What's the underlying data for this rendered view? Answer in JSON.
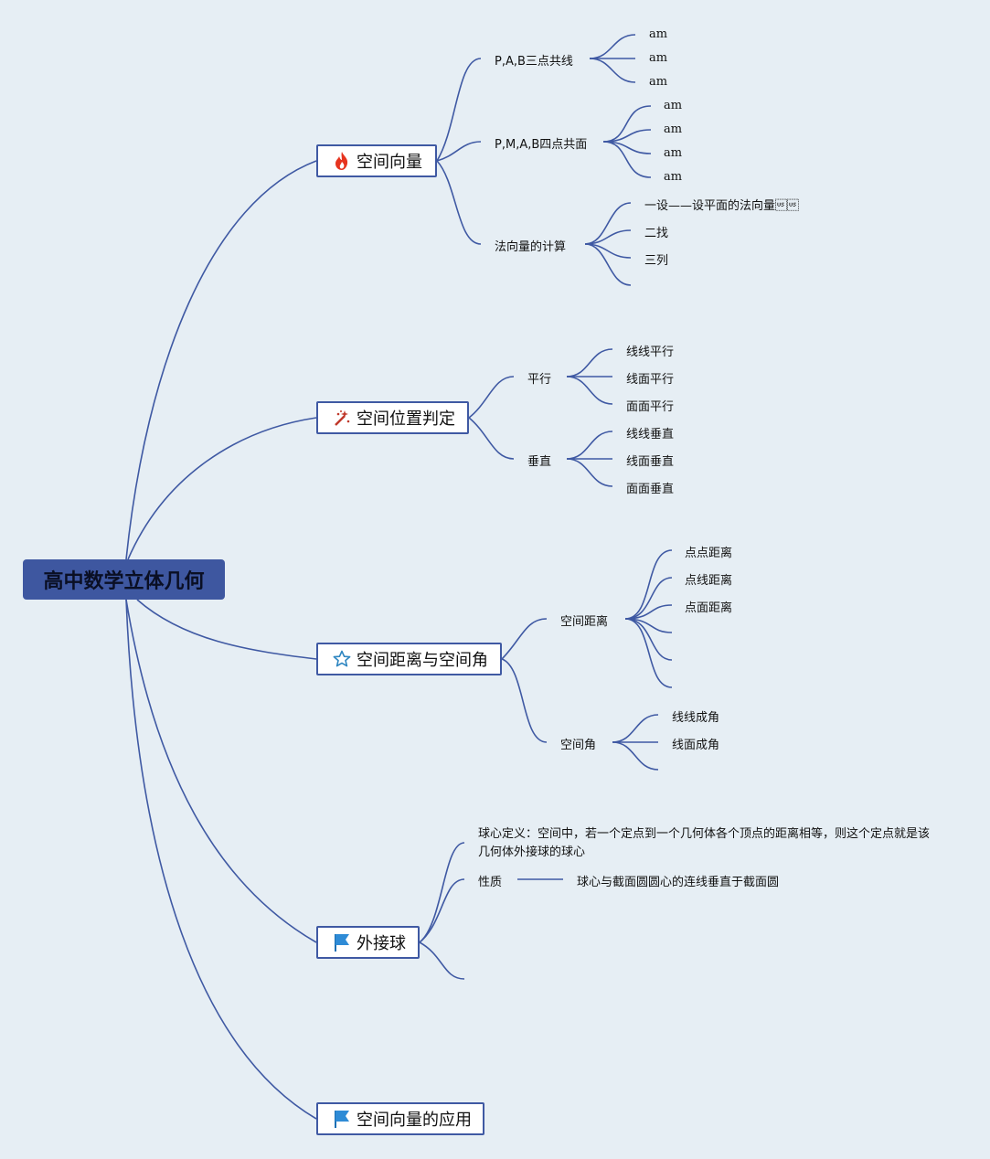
{
  "root": {
    "label": "高中数学立体几何"
  },
  "topics": [
    {
      "label": "空间向量",
      "icon": "fire-icon"
    },
    {
      "label": "空间位置判定",
      "icon": "sparkle-icon"
    },
    {
      "label": "空间距离与空间角",
      "icon": "star-outline-icon"
    },
    {
      "label": "外接球",
      "icon": "flag-icon"
    },
    {
      "label": "空间向量的应用",
      "icon": "flag-icon"
    }
  ],
  "vector": {
    "collinear": {
      "label": "P,A,B三点共线",
      "items": [
        "am",
        "am",
        "am"
      ]
    },
    "coplanar": {
      "label": "P,M,A,B四点共面",
      "items": [
        "am",
        "am",
        "am",
        "am"
      ]
    },
    "normal": {
      "label": "法向量的计算",
      "items": [
        "一设——设平面的法向量\u001f\u001f",
        "二找",
        "三列"
      ]
    }
  },
  "position": {
    "parallel": {
      "label": "平行",
      "items": [
        "线线平行",
        "线面平行",
        "面面平行"
      ]
    },
    "perpendicular": {
      "label": "垂直",
      "items": [
        "线线垂直",
        "线面垂直",
        "面面垂直"
      ]
    }
  },
  "distance": {
    "distance": {
      "label": "空间距离",
      "items": [
        "点点距离",
        "点线距离",
        "点面距离"
      ]
    },
    "angle": {
      "label": "空间角",
      "items": [
        "线线成角",
        "线面成角"
      ]
    }
  },
  "sphere": {
    "definition": "球心定义：空间中，若一个定点到一个几何体各个顶点的距离相等，则这个定点就是该几何体外接球的球心",
    "property": {
      "label": "性质",
      "detail": "球心与截面圆圆心的连线垂直于截面圆"
    }
  },
  "colors": {
    "line": "#3f59a3",
    "root_bg": "#3e57a0",
    "background": "#e6eef4"
  }
}
